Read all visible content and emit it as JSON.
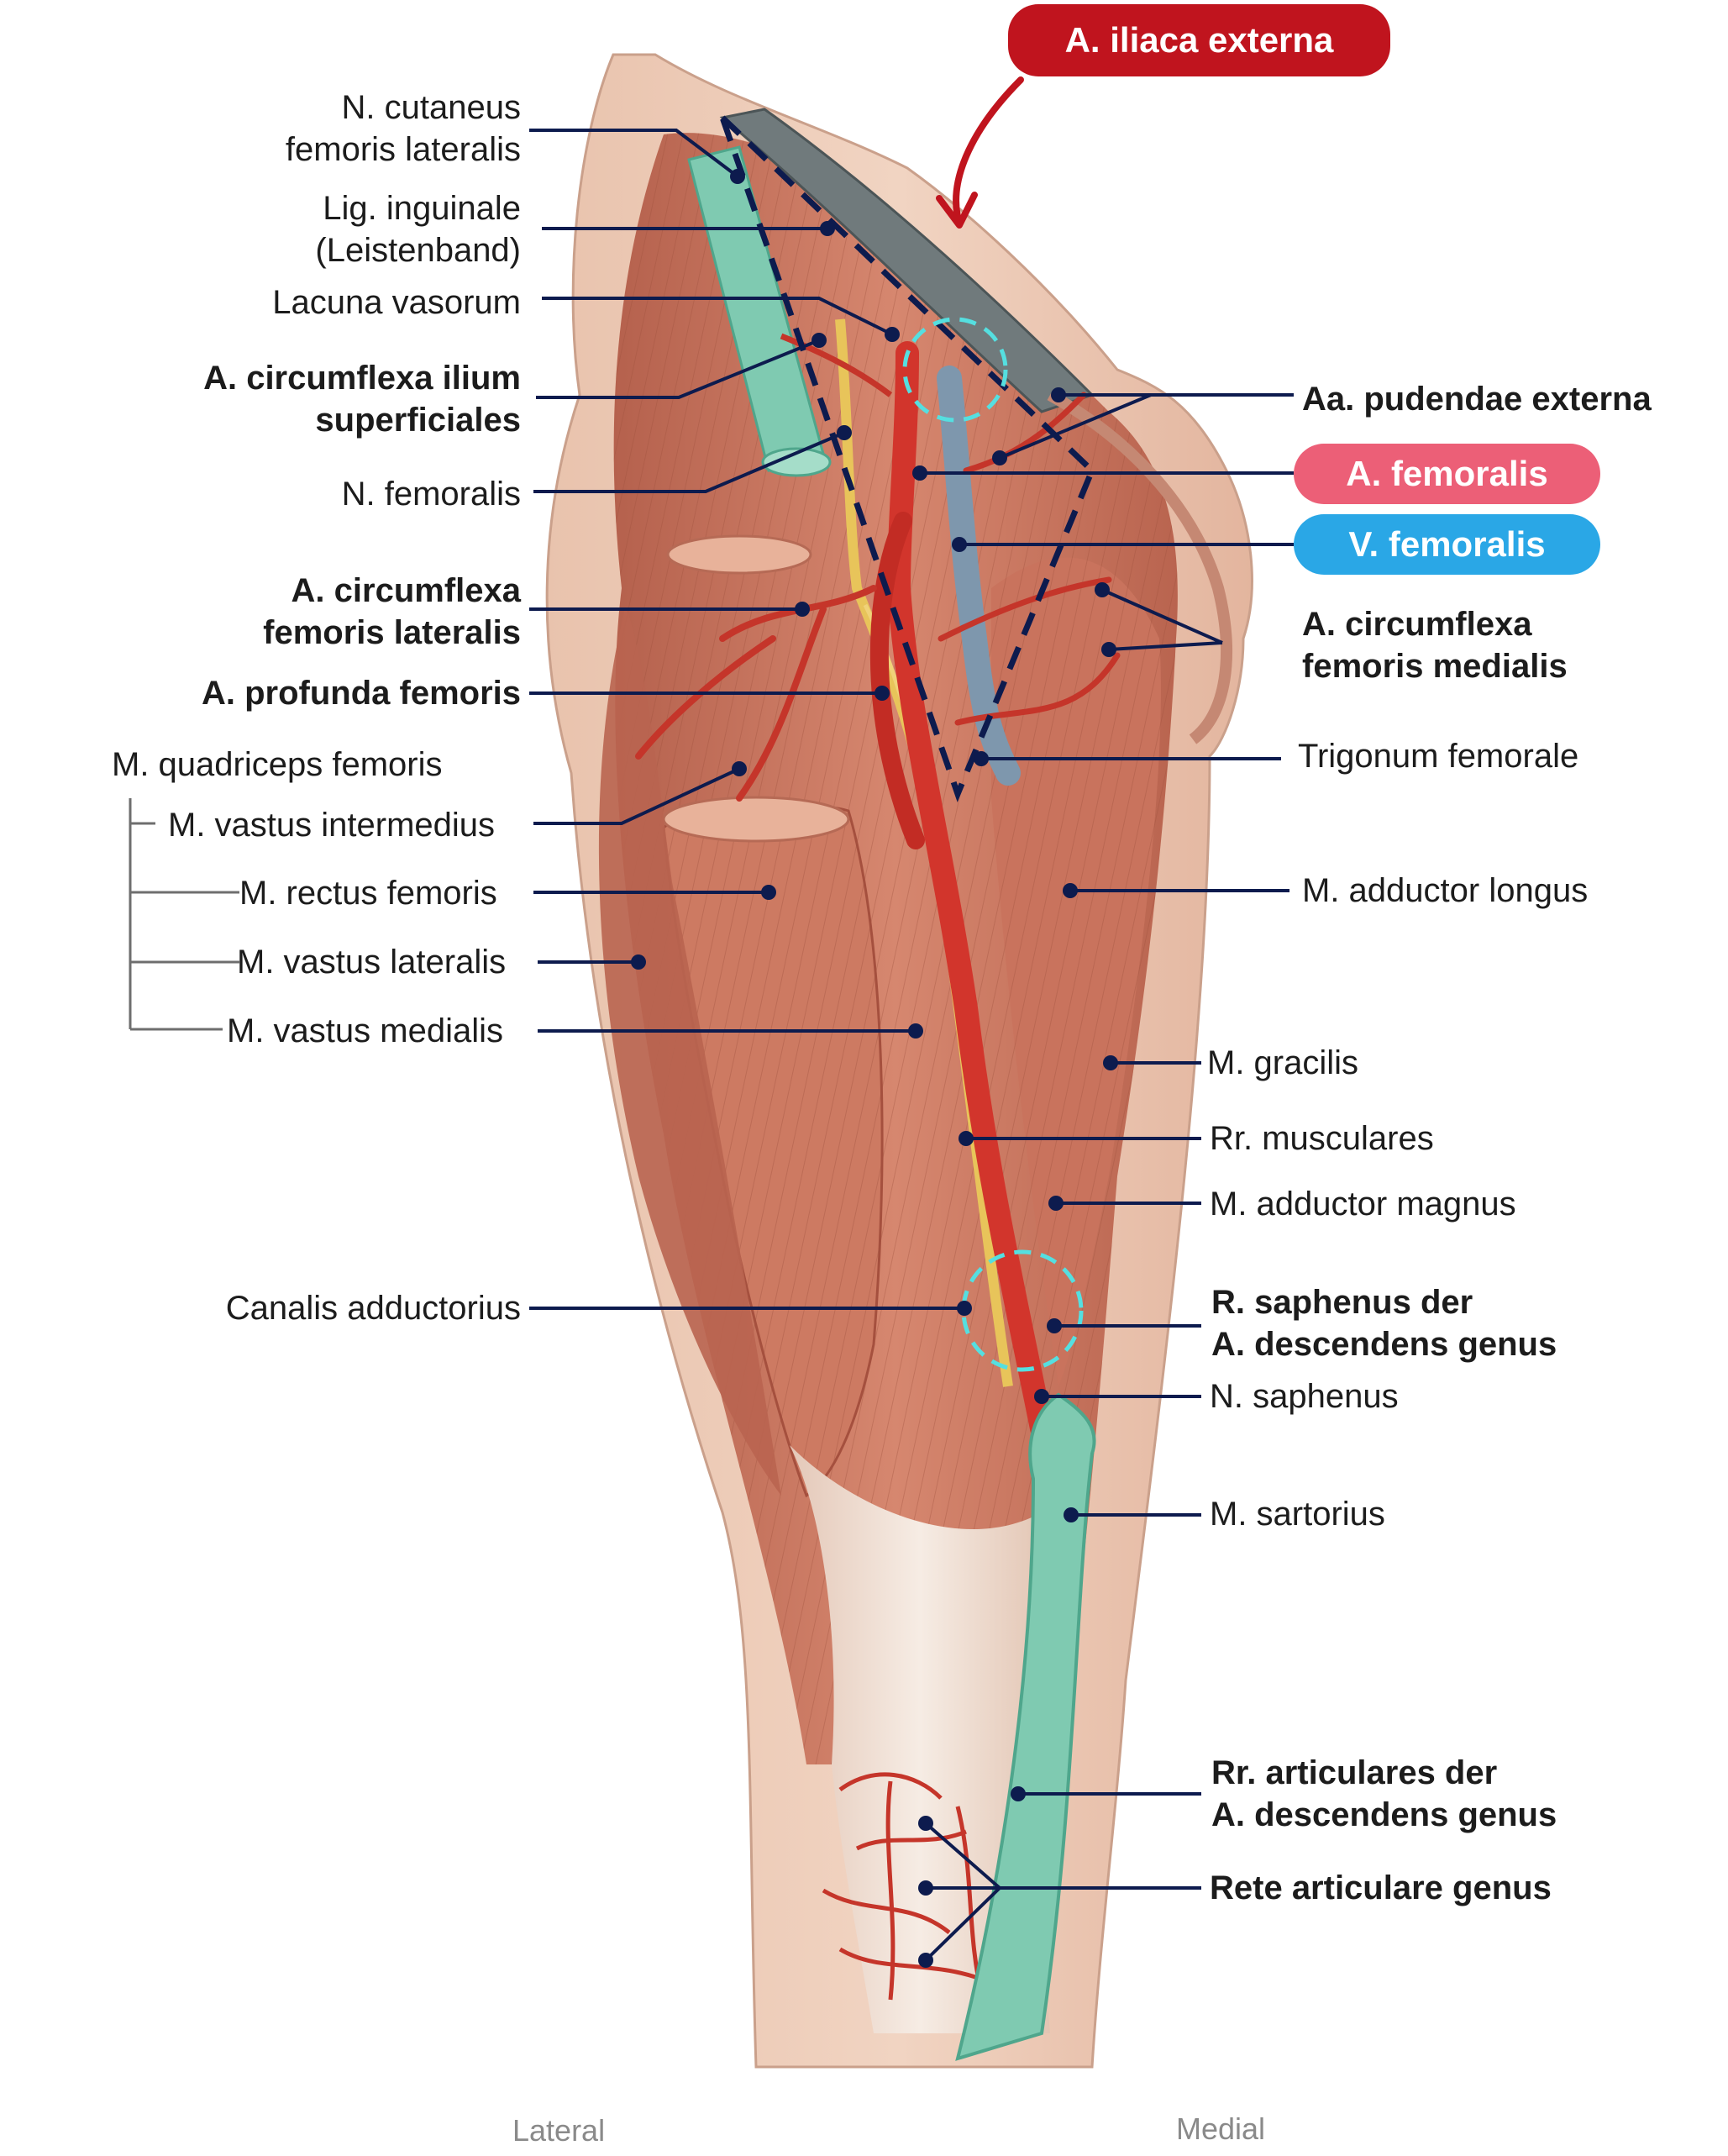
{
  "colors": {
    "leader": "#0d1b4e",
    "iliaca_pill": "#c0141e",
    "femoralis_pill": "#ec5f77",
    "vena_pill": "#2aa7e6",
    "trigone_outline": "#0d1b4e",
    "circle_marker": "#55dfe0",
    "muscle": "#c9715c",
    "artery": "#d2352c",
    "vein": "#7e97ad",
    "nerve": "#e8c45a",
    "sartorius": "#7fcab1",
    "ligament": "#707a7c"
  },
  "pills": {
    "iliaca_externa": "A. iliaca externa",
    "femoralis": "A. femoralis",
    "vena_femoralis": "V. femoralis"
  },
  "left_labels": {
    "cutaneus_line1": "N. cutaneus",
    "cutaneus_line2": "femoris lateralis",
    "inguinale_line1": "Lig. inguinale",
    "inguinale_line2": "(Leistenband)",
    "lacuna": "Lacuna vasorum",
    "circumflexa_ilium_line1": "A. circumflexa ilium",
    "circumflexa_ilium_line2": "superficiales",
    "n_femoralis": "N. femoralis",
    "circumflexa_lat_line1": "A. circumflexa",
    "circumflexa_lat_line2": "femoris lateralis",
    "profunda": "A. profunda femoris",
    "quadriceps": "M. quadriceps femoris",
    "intermedius": "M. vastus intermedius",
    "rectus": "M. rectus femoris",
    "lateralis": "M. vastus lateralis",
    "medialis": "M. vastus medialis",
    "canalis": "Canalis adductorius"
  },
  "right_labels": {
    "pudendae": "Aa. pudendae externa",
    "circumflexa_med_line1": "A. circumflexa",
    "circumflexa_med_line2": "femoris medialis",
    "trigonum": "Trigonum femorale",
    "adductor_longus": "M. adductor longus",
    "gracilis": "M. gracilis",
    "musculares": "Rr. musculares",
    "adductor_magnus": "M. adductor magnus",
    "saphenus_r_line1": "R. saphenus der",
    "saphenus_r_line2": "A. descendens genus",
    "n_saphenus": "N. saphenus",
    "sartorius": "M. sartorius",
    "articulares_line1": "Rr. articulares der",
    "articulares_line2": "A. descendens genus",
    "rete": "Rete articulare genus"
  },
  "footer": {
    "lateral": "Lateral",
    "medial": "Medial"
  }
}
